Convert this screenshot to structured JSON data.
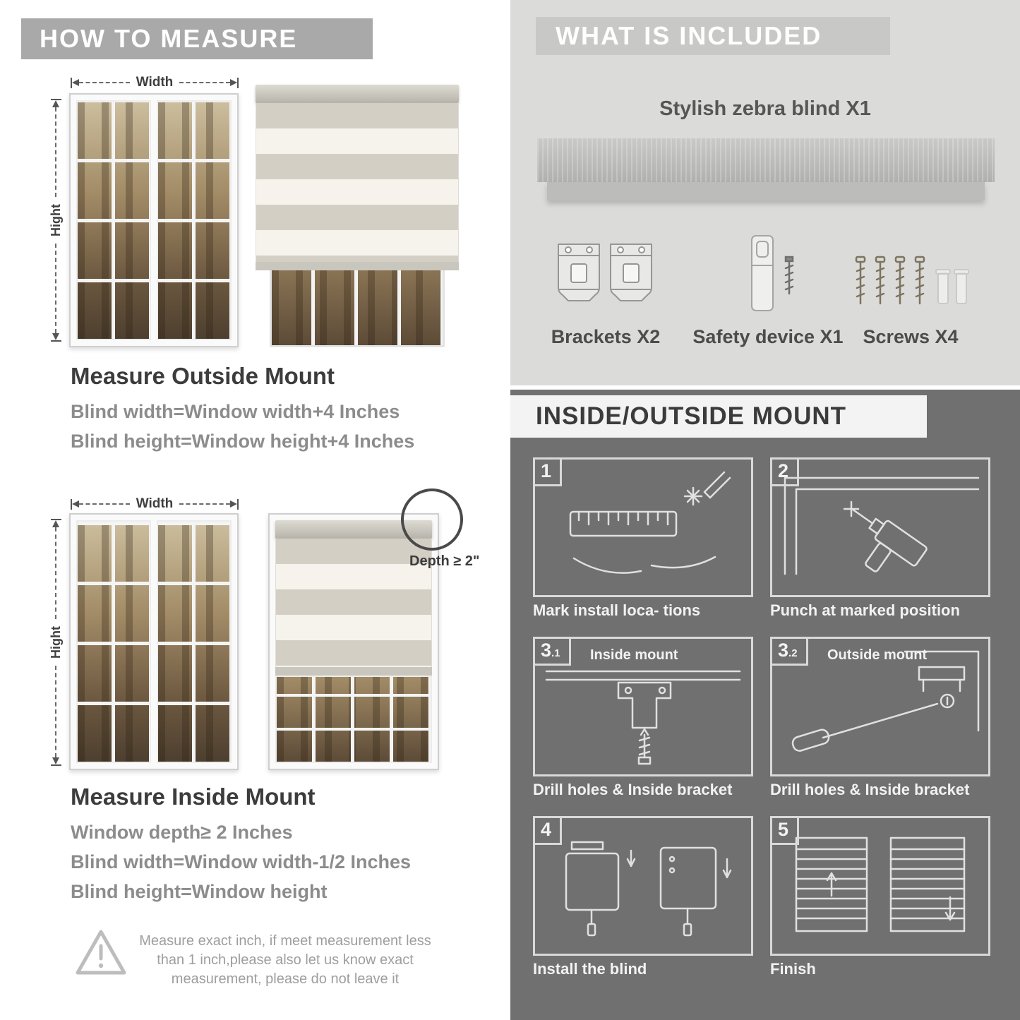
{
  "left": {
    "banner": "HOW TO MEASURE",
    "outside": {
      "width_label": "Width",
      "height_label": "Hight",
      "title": "Measure Outside Mount",
      "lines": [
        "Blind width=Window width+4 Inches",
        "Blind height=Window height+4 Inches"
      ]
    },
    "inside": {
      "width_label": "Width",
      "height_label": "Hight",
      "depth_label": "Depth ≥ 2\"",
      "title": "Measure Inside Mount",
      "lines": [
        "Window depth≥ 2 Inches",
        "Blind width=Window width-1/2 Inches",
        "Blind height=Window height"
      ]
    },
    "note": "Measure exact inch, if meet measurement less than 1 inch,please also let us know exact measurement, please do not leave it"
  },
  "included": {
    "banner": "WHAT IS INCLUDED",
    "product": "Stylish zebra blind X1",
    "items": [
      "Brackets X2",
      "Safety device X1",
      "Screws X4"
    ]
  },
  "mount": {
    "banner": "INSIDE/OUTSIDE MOUNT",
    "steps": [
      {
        "num": "1",
        "caption": "Mark install loca- tions"
      },
      {
        "num": "2",
        "caption": "Punch at  marked position"
      },
      {
        "num": "3",
        "sub": ".1",
        "label": "Inside mount",
        "caption": "Drill holes &  Inside bracket"
      },
      {
        "num": "3",
        "sub": ".2",
        "label": "Outside mount",
        "caption": "Drill holes &  Inside bracket"
      },
      {
        "num": "4",
        "caption": "Install the blind"
      },
      {
        "num": "5",
        "caption": "Finish"
      }
    ]
  },
  "colors": {
    "banner_gray": "#a9a9a9",
    "included_bg": "#dbdbd9",
    "mount_bg": "#707070",
    "title_dark": "#3c3c3c",
    "body_gray": "#8c8c8c",
    "stripe_beige": "#d3cfc5",
    "stripe_cream": "#f5f3ec"
  },
  "icons": {
    "warning": "triangle-exclamation",
    "measure_h": "double-headed-arrow-horizontal",
    "measure_v": "double-headed-arrow-vertical",
    "depth": "circle-callout"
  }
}
